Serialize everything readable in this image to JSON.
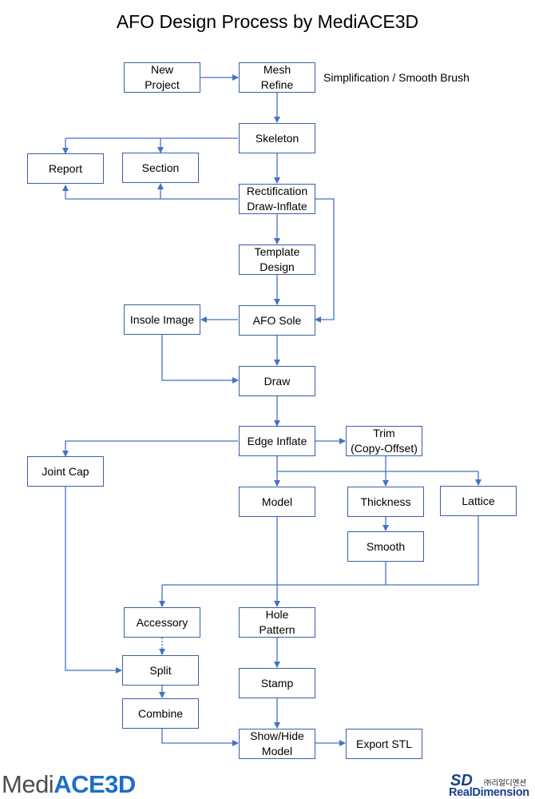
{
  "title": "AFO Design Process by MediACE3D",
  "colors": {
    "box_border": "#3b5ea8",
    "connector": "#4472c4",
    "brand_blue": "#1a3f8f"
  },
  "nodes": {
    "new_project": "New\nProject",
    "mesh_refine": "Mesh\nRefine",
    "skeleton": "Skeleton",
    "report": "Report",
    "section": "Section",
    "rectification": "Rectification\nDraw-Inflate",
    "template_design": "Template\nDesign",
    "insole_image": "Insole Image",
    "afo_sole": "AFO Sole",
    "draw": "Draw",
    "edge_inflate": "Edge Inflate",
    "trim": "Trim\n(Copy-Offset)",
    "joint_cap": "Joint Cap",
    "model": "Model",
    "thickness": "Thickness",
    "lattice": "Lattice",
    "smooth": "Smooth",
    "accessory": "Accessory",
    "hole_pattern": "Hole\nPattern",
    "split": "Split",
    "stamp": "Stamp",
    "combine": "Combine",
    "show_hide_model": "Show/Hide\nModel",
    "export_stl": "Export STL"
  },
  "annotation": "Simplification / Smooth Brush",
  "logos": {
    "left_medi": "Medi",
    "left_ace": "ACE3D",
    "right_mark": "SD",
    "right_korean": "㈜리얼디멘션",
    "right_name": "RealDimension"
  }
}
